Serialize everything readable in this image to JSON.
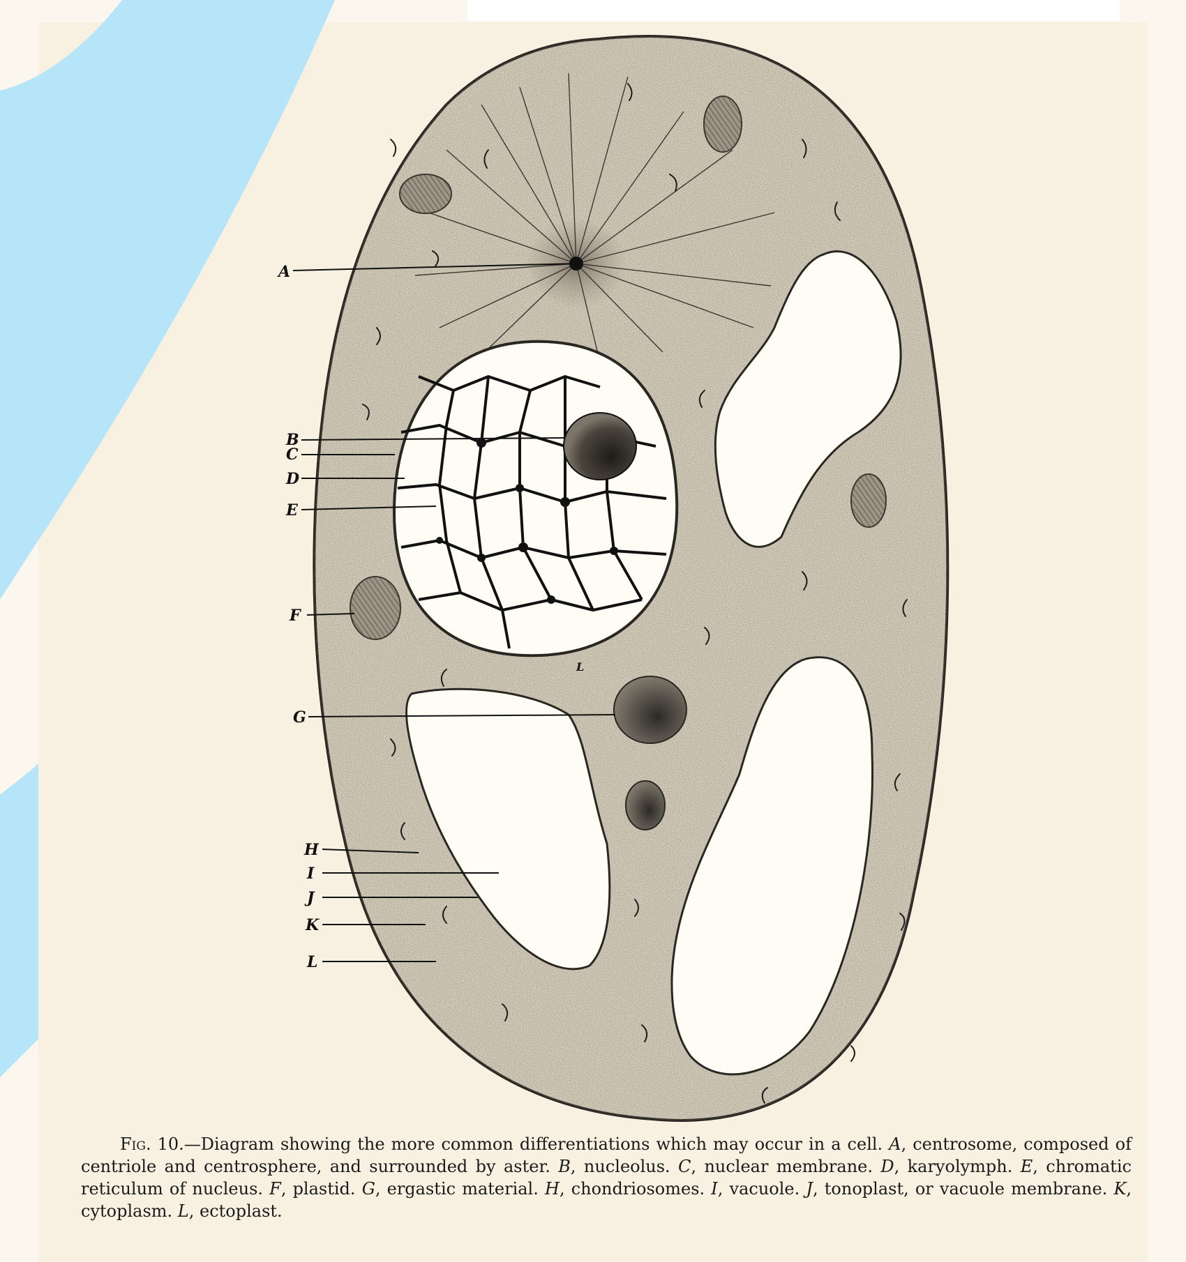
{
  "colors": {
    "page_background": "#fbf7ee",
    "paper": "#f8f1e2",
    "accent_blue": "#b6e4f8",
    "cytoplasm": "#dbd3c0",
    "nucleus": "#fefcf4",
    "ink": "#111111"
  },
  "diagram": {
    "labels": [
      "A",
      "B",
      "C",
      "D",
      "E",
      "F",
      "G",
      "H",
      "I",
      "J",
      "K",
      "L"
    ],
    "interior_label": "L"
  },
  "caption": {
    "fig_prefix": "Fig.",
    "fig_rest": " 10.—Diagram showing the more common differentiations which may occur in a cell.",
    "items": [
      {
        "letter": "A",
        "text": ", centrosome, composed of centriole and centrosphere, and surrounded by aster."
      },
      {
        "letter": "B",
        "text": ", nucleolus."
      },
      {
        "letter": "C",
        "text": ", nuclear membrane."
      },
      {
        "letter": "D",
        "text": ", karyolymph."
      },
      {
        "letter": "E",
        "text": ", chromatic reticulum of nucleus."
      },
      {
        "letter": "F",
        "text": ", plastid."
      },
      {
        "letter": "G",
        "text": ", ergastic material."
      },
      {
        "letter": "H",
        "text": ", chondriosomes."
      },
      {
        "letter": "I",
        "text": ", vacuole."
      },
      {
        "letter": "J",
        "text": ", tonoplast, or vacuole membrane."
      },
      {
        "letter": "K",
        "text": ", cytoplasm."
      },
      {
        "letter": "L",
        "text": ", ectoplast."
      }
    ]
  }
}
